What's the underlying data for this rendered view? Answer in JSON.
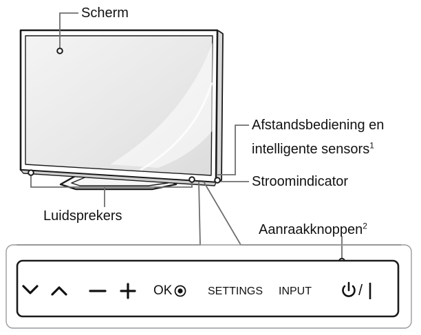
{
  "labels": {
    "screen": "Scherm",
    "remote_sensor_line1": "Afstandsbediening en",
    "remote_sensor_line2": "intelligente sensors",
    "remote_sensor_footnote": "1",
    "power_indicator": "Stroomindicator",
    "speakers": "Luidsprekers",
    "touch_buttons": "Aanraakknoppen",
    "touch_buttons_footnote": "2"
  },
  "buttons": [
    {
      "name": "down",
      "icon": "chevron-down-icon"
    },
    {
      "name": "up",
      "icon": "chevron-up-icon"
    },
    {
      "name": "minus",
      "icon": "minus-icon"
    },
    {
      "name": "plus",
      "icon": "plus-icon"
    },
    {
      "name": "ok",
      "label": "OK",
      "icon": "ok-circle-icon"
    },
    {
      "name": "settings",
      "label": "SETTINGS"
    },
    {
      "name": "input",
      "label": "INPUT"
    },
    {
      "name": "power",
      "label": "/",
      "icon": "power-icon"
    }
  ],
  "colors": {
    "outline": "#1a1a1a",
    "leader": "#6e6e6e",
    "screen_fill": "#ededed",
    "panel_border": "#1a1a1a",
    "outer_panel_border": "#999999"
  }
}
